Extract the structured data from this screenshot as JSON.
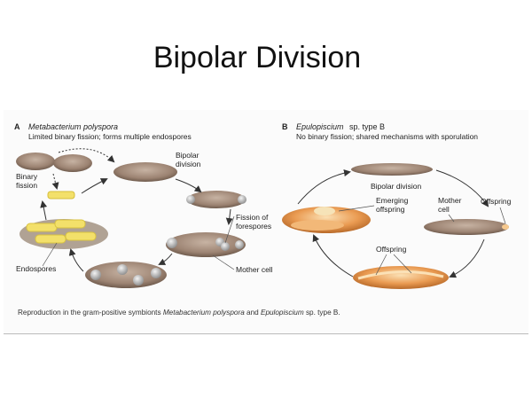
{
  "slide": {
    "title": "Bipolar Division"
  },
  "panel_a": {
    "letter": "A",
    "organism": "Metabacterium  polyspora",
    "subtitle": "Limited binary fission; forms multiple endospores",
    "labels": {
      "binary_fission_1": "Binary",
      "binary_fission_2": "fission",
      "bipolar_1": "Bipolar",
      "bipolar_2": "division",
      "fission_fore_1": "Fission of",
      "fission_fore_2": "forespores",
      "endospores": "Endospores",
      "mother_cell": "Mother cell"
    }
  },
  "panel_b": {
    "letter": "B",
    "organism": "Epulopiscium",
    "organism_suffix": " sp. type B",
    "subtitle": "No binary fission; shared mechanisms with sporulation",
    "labels": {
      "bipolar_division": "Bipolar division",
      "emerging_1": "Emerging",
      "emerging_2": "offspring",
      "mother_1": "Mother",
      "mother_2": "cell",
      "offspring_right": "Offspring",
      "offspring_bottom": "Offspring"
    }
  },
  "caption": {
    "prefix": "Reproduction in the gram-positive symbionts ",
    "org1": "Metabacterium polyspora",
    "middle": " and ",
    "org2": "Epulopiscium",
    "suffix": " sp. type B."
  },
  "colors": {
    "cell_brown": "#a08878",
    "spore_yellow": "#f3e06a",
    "epulo_orange": "#e79a55"
  }
}
